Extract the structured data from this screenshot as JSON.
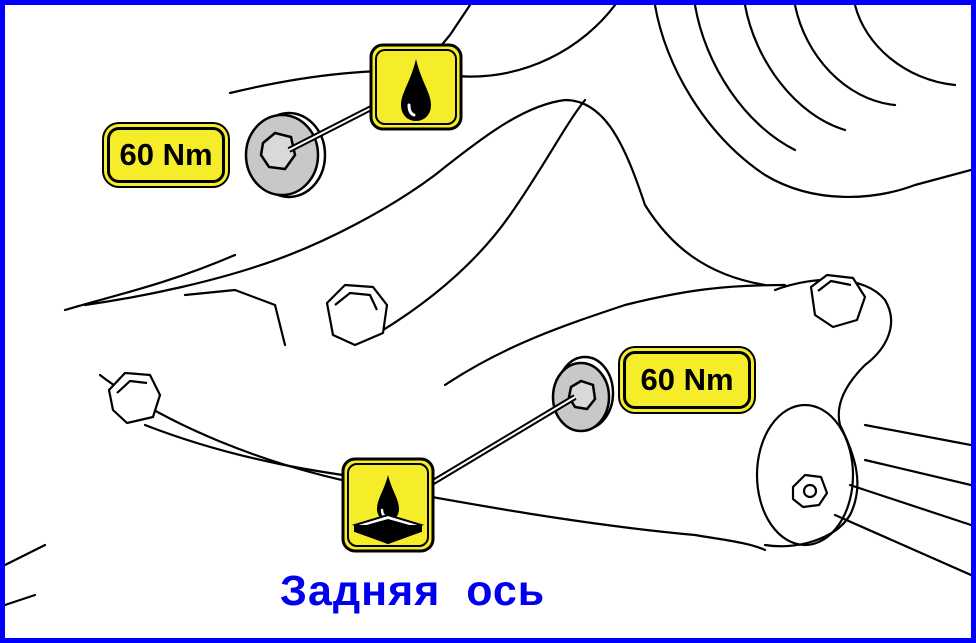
{
  "labels": {
    "torque_top": "60 Nm",
    "torque_middle": "60 Nm",
    "caption": "Задняя  ось"
  },
  "icons": {
    "top": "oil-drop-icon",
    "bottom": "sealant-drop-icon"
  },
  "colors": {
    "frame_border": "#0000ff",
    "caption_text": "#0000ee",
    "badge_fill": "#f5ec2a",
    "bolt_fill": "#c8c8c8",
    "line_art": "#000000"
  }
}
